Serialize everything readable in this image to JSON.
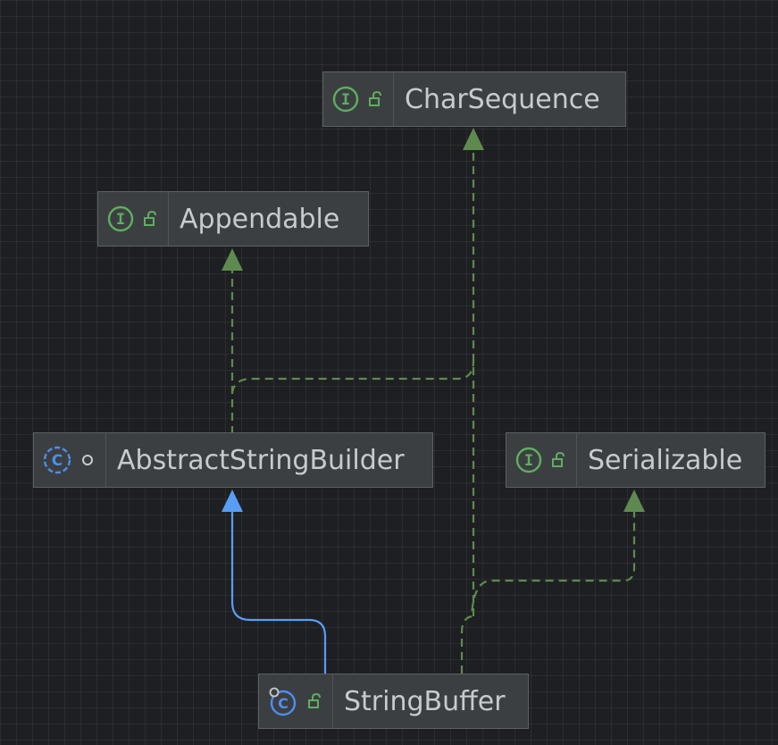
{
  "diagram": {
    "nodes": [
      {
        "id": "charsequence",
        "label": "CharSequence",
        "kind_icon": "interface-icon",
        "access_icon": "open-lock-icon"
      },
      {
        "id": "appendable",
        "label": "Appendable",
        "kind_icon": "interface-icon",
        "access_icon": "open-lock-icon"
      },
      {
        "id": "abstractstringbuilder",
        "label": "AbstractStringBuilder",
        "kind_icon": "abstract-class-icon",
        "access_icon": "package-private-dot-icon"
      },
      {
        "id": "serializable",
        "label": "Serializable",
        "kind_icon": "interface-icon",
        "access_icon": "open-lock-icon"
      },
      {
        "id": "stringbuffer",
        "label": "StringBuffer",
        "kind_icon": "final-class-icon",
        "access_icon": "open-lock-icon"
      }
    ],
    "edges": [
      {
        "from": "AbstractStringBuilder",
        "to": "Appendable",
        "kind": "implements"
      },
      {
        "from": "AbstractStringBuilder",
        "to": "CharSequence",
        "kind": "implements"
      },
      {
        "from": "StringBuffer",
        "to": "CharSequence",
        "kind": "implements"
      },
      {
        "from": "StringBuffer",
        "to": "Serializable",
        "kind": "implements"
      },
      {
        "from": "StringBuffer",
        "to": "AbstractStringBuilder",
        "kind": "extends"
      }
    ],
    "colors": {
      "background": "#1e1f22",
      "node_fill": "#3c3f41",
      "implements_edge": "#5e8a4f",
      "extends_edge": "#589df6",
      "interface_icon": "#5fae5f",
      "class_icon": "#4d8ef0"
    }
  }
}
